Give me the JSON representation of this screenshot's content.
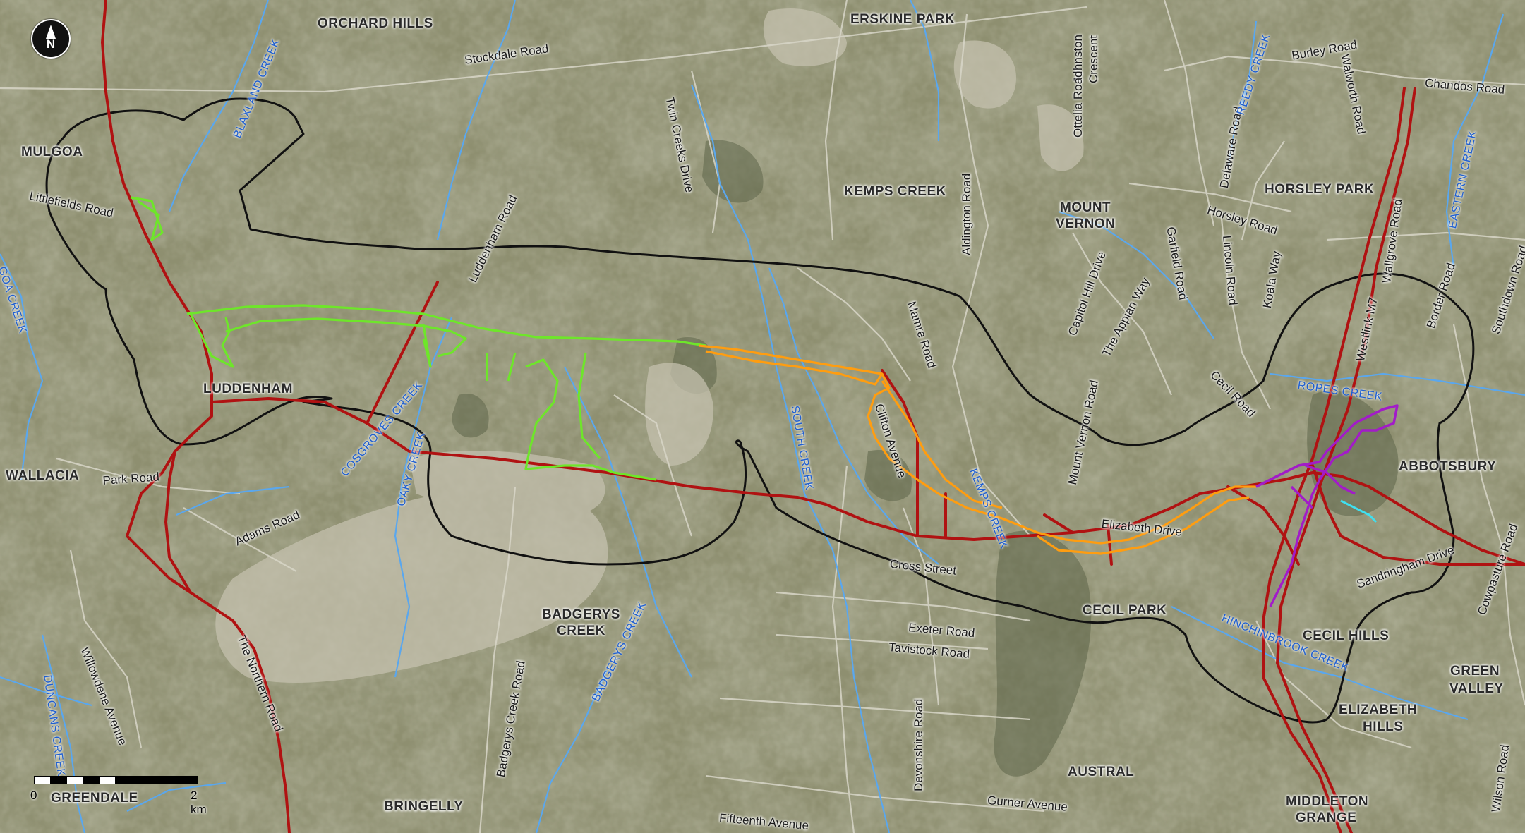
{
  "map": {
    "suburbs": [
      {
        "id": "orchard-hills",
        "text": "ORCHARD HILLS"
      },
      {
        "id": "erskine-park",
        "text": "ERSKINE PARK"
      },
      {
        "id": "mulgoa",
        "text": "MULGOA"
      },
      {
        "id": "kemps-creek",
        "text": "KEMPS CREEK"
      },
      {
        "id": "mount-vernon-1",
        "text": "MOUNT"
      },
      {
        "id": "mount-vernon-2",
        "text": "VERNON"
      },
      {
        "id": "horsley-park",
        "text": "HORSLEY PARK"
      },
      {
        "id": "luddenham",
        "text": "LUDDENHAM"
      },
      {
        "id": "wallacia",
        "text": "WALLACIA"
      },
      {
        "id": "abbotsbury",
        "text": "ABBOTSBURY"
      },
      {
        "id": "cecil-park",
        "text": "CECIL PARK"
      },
      {
        "id": "badgerys-creek-1",
        "text": "BADGERYS"
      },
      {
        "id": "badgerys-creek-2",
        "text": "CREEK"
      },
      {
        "id": "cecil-hills",
        "text": "CECIL HILLS"
      },
      {
        "id": "green-valley-1",
        "text": "GREEN"
      },
      {
        "id": "green-valley-2",
        "text": "VALLEY"
      },
      {
        "id": "elizabeth-hills-1",
        "text": "ELIZABETH"
      },
      {
        "id": "elizabeth-hills-2",
        "text": "HILLS"
      },
      {
        "id": "austral",
        "text": "AUSTRAL"
      },
      {
        "id": "greendale",
        "text": "GREENDALE"
      },
      {
        "id": "bringelly",
        "text": "BRINGELLY"
      },
      {
        "id": "middleton-grange-1",
        "text": "MIDDLETON"
      },
      {
        "id": "middleton-grange-2",
        "text": "GRANGE"
      }
    ],
    "roads": [
      {
        "id": "stockdale-road",
        "text": "Stockdale Road"
      },
      {
        "id": "burley-road",
        "text": "Burley Road"
      },
      {
        "id": "chandos-road",
        "text": "Chandos Road"
      },
      {
        "id": "johnston-crescent-1",
        "text": "Johnston"
      },
      {
        "id": "johnston-crescent-2",
        "text": "Crescent"
      },
      {
        "id": "ottelia-road",
        "text": "Ottelia Road"
      },
      {
        "id": "walworth-road",
        "text": "Walworth Road"
      },
      {
        "id": "delaware-road",
        "text": "Delaware Road"
      },
      {
        "id": "twin-creeks-drive",
        "text": "Twin Creeks Drive"
      },
      {
        "id": "littlefields-road",
        "text": "Littlefields Road"
      },
      {
        "id": "luddenham-road",
        "text": "Luddenham Road"
      },
      {
        "id": "aldington-road",
        "text": "Aldington Road"
      },
      {
        "id": "horsley-road",
        "text": "Horsley Road"
      },
      {
        "id": "wallgrove-road",
        "text": "Wallgrove Road"
      },
      {
        "id": "garfield-road",
        "text": "Garfield Road"
      },
      {
        "id": "lincoln-road",
        "text": "Lincoln Road"
      },
      {
        "id": "koala-way",
        "text": "Koala Way"
      },
      {
        "id": "border-road",
        "text": "Border Road"
      },
      {
        "id": "southdown-road",
        "text": "Southdown Road"
      },
      {
        "id": "capitol-hill-drive",
        "text": "Capitol Hill Drive"
      },
      {
        "id": "the-appian-way",
        "text": "The Appian Way"
      },
      {
        "id": "mamre-road",
        "text": "Mamre Road"
      },
      {
        "id": "westlink-m7",
        "text": "Westlink M7"
      },
      {
        "id": "cecil-road",
        "text": "Cecil Road"
      },
      {
        "id": "mount-vernon-road",
        "text": "Mount Vernon Road"
      },
      {
        "id": "clifton-avenue",
        "text": "Clifton Avenue"
      },
      {
        "id": "park-road",
        "text": "Park Road"
      },
      {
        "id": "adams-road",
        "text": "Adams Road"
      },
      {
        "id": "elizabeth-drive",
        "text": "Elizabeth Drive"
      },
      {
        "id": "cross-street",
        "text": "Cross Street"
      },
      {
        "id": "sandringham-drive",
        "text": "Sandringham Drive"
      },
      {
        "id": "cowpasture-road",
        "text": "Cowpasture Road"
      },
      {
        "id": "exeter-road",
        "text": "Exeter Road"
      },
      {
        "id": "tavistock-road",
        "text": "Tavistock Road"
      },
      {
        "id": "willowdene-avenue",
        "text": "Willowdene Avenue"
      },
      {
        "id": "the-northern-road",
        "text": "The Northern Road"
      },
      {
        "id": "badgerys-creek-road",
        "text": "Badgerys Creek Road"
      },
      {
        "id": "devonshire-road",
        "text": "Devonshire Road"
      },
      {
        "id": "wilson-road",
        "text": "Wilson Road"
      },
      {
        "id": "gurner-avenue",
        "text": "Gurner Avenue"
      },
      {
        "id": "fifteenth-avenue",
        "text": "Fifteenth Avenue"
      }
    ],
    "creeks": [
      {
        "id": "blaxland-creek",
        "text": "BLAXLAND CREEK"
      },
      {
        "id": "reedy-creek",
        "text": "REEDY CREEK"
      },
      {
        "id": "eastern-creek",
        "text": "EASTERN CREEK"
      },
      {
        "id": "mulgoa-creek",
        "text": "GOA CREEK"
      },
      {
        "id": "ropes-creek",
        "text": "ROPES CREEK"
      },
      {
        "id": "cosgroves-creek",
        "text": "COSGROVES CREEK"
      },
      {
        "id": "oaky-creek",
        "text": "OAKY CREEK"
      },
      {
        "id": "south-creek",
        "text": "SOUTH CREEK"
      },
      {
        "id": "kemps-creek-water",
        "text": "KEMPS CREEK"
      },
      {
        "id": "badgerys-creek-water",
        "text": "BADGERYS CREEK"
      },
      {
        "id": "hinchinbrook-creek",
        "text": "HINCHINBROOK CREEK"
      },
      {
        "id": "duncans-creek",
        "text": "DUNCANS CREEK"
      }
    ],
    "north_arrow": {
      "label": "N"
    },
    "scale_bar": {
      "start_label": "0",
      "end_label": "2 km"
    },
    "colors": {
      "background": "#8e8f70",
      "study_area": "#111111",
      "road_network": "#b01212",
      "green_route": "#6ee62a",
      "orange_route": "#ff9d10",
      "purple_route": "#a21cc8",
      "creeks": "#5aa7ee",
      "cyan_route": "#3fe0f0"
    }
  }
}
